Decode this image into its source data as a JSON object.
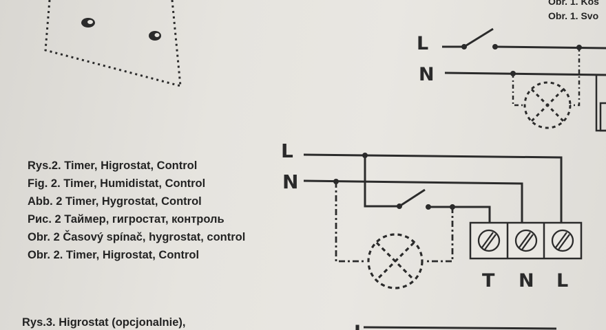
{
  "captions": [
    "Rys.2. Timer, Higrostat, Control",
    "Fig. 2. Timer, Humidistat, Control",
    "Abb. 2 Timer, Hygrostat, Control",
    "Рис. 2 Таймер, гигростат, контроль",
    "Obr. 2 Časový spínač, hygrostat, control",
    "Obr. 2. Timer, Higrostat, Control"
  ],
  "top_captions": [
    "Obr. 1. Kos",
    "Obr. 1. Svo"
  ],
  "bottom_caption": "Rys.3. Higrostat (opcjonalnie),",
  "wire_labels": {
    "top_L": "L",
    "top_N": "N",
    "main_L": "L",
    "main_N": "N"
  },
  "terminal_labels": [
    "T",
    "N",
    "L"
  ],
  "bottom_wire_label": "L"
}
